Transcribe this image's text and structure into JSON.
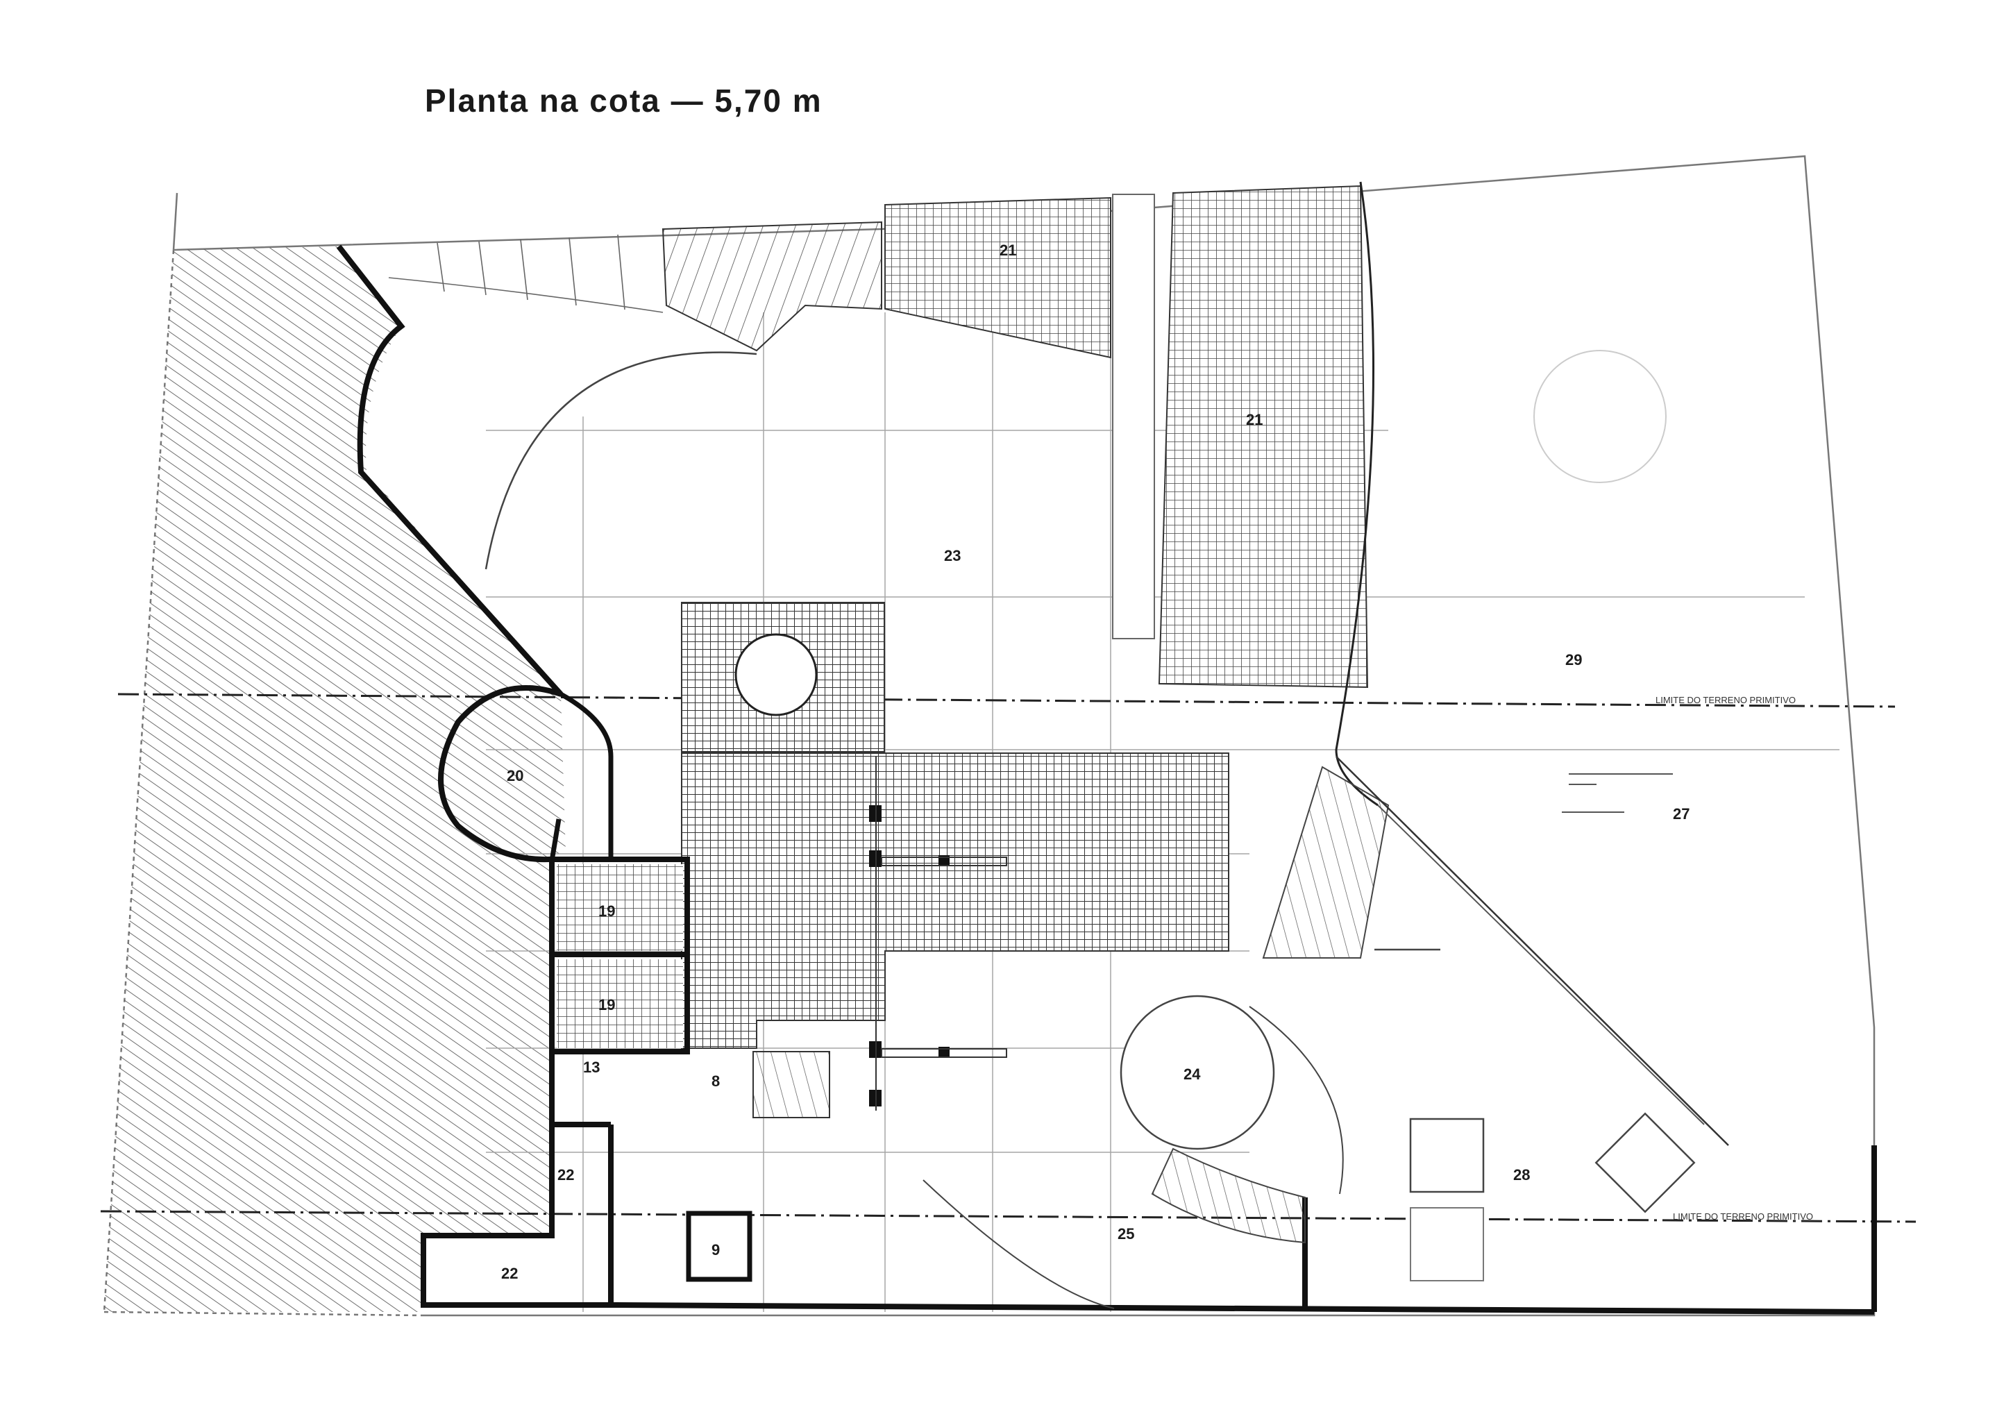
{
  "title": "Planta na cota — 5,70 m",
  "room_labels": {
    "r8": "8",
    "r9": "9",
    "r13": "13",
    "r19a": "19",
    "r19b": "19",
    "r20": "20",
    "r21a": "21",
    "r21b": "21",
    "r22a": "22",
    "r22b": "22",
    "r23": "23",
    "r24": "24",
    "r25": "25",
    "r27": "27",
    "r28": "28",
    "r29": "29"
  },
  "annotations": {
    "upper_line": "LIMITE DO TERRENO PRIMITIVO",
    "lower_line": "LIMITE DO TERRENO PRIMITIVO"
  },
  "colors": {
    "ink": "#111111",
    "hatch": "#555555",
    "grid": "#9a9a9a",
    "paper": "#ffffff"
  }
}
